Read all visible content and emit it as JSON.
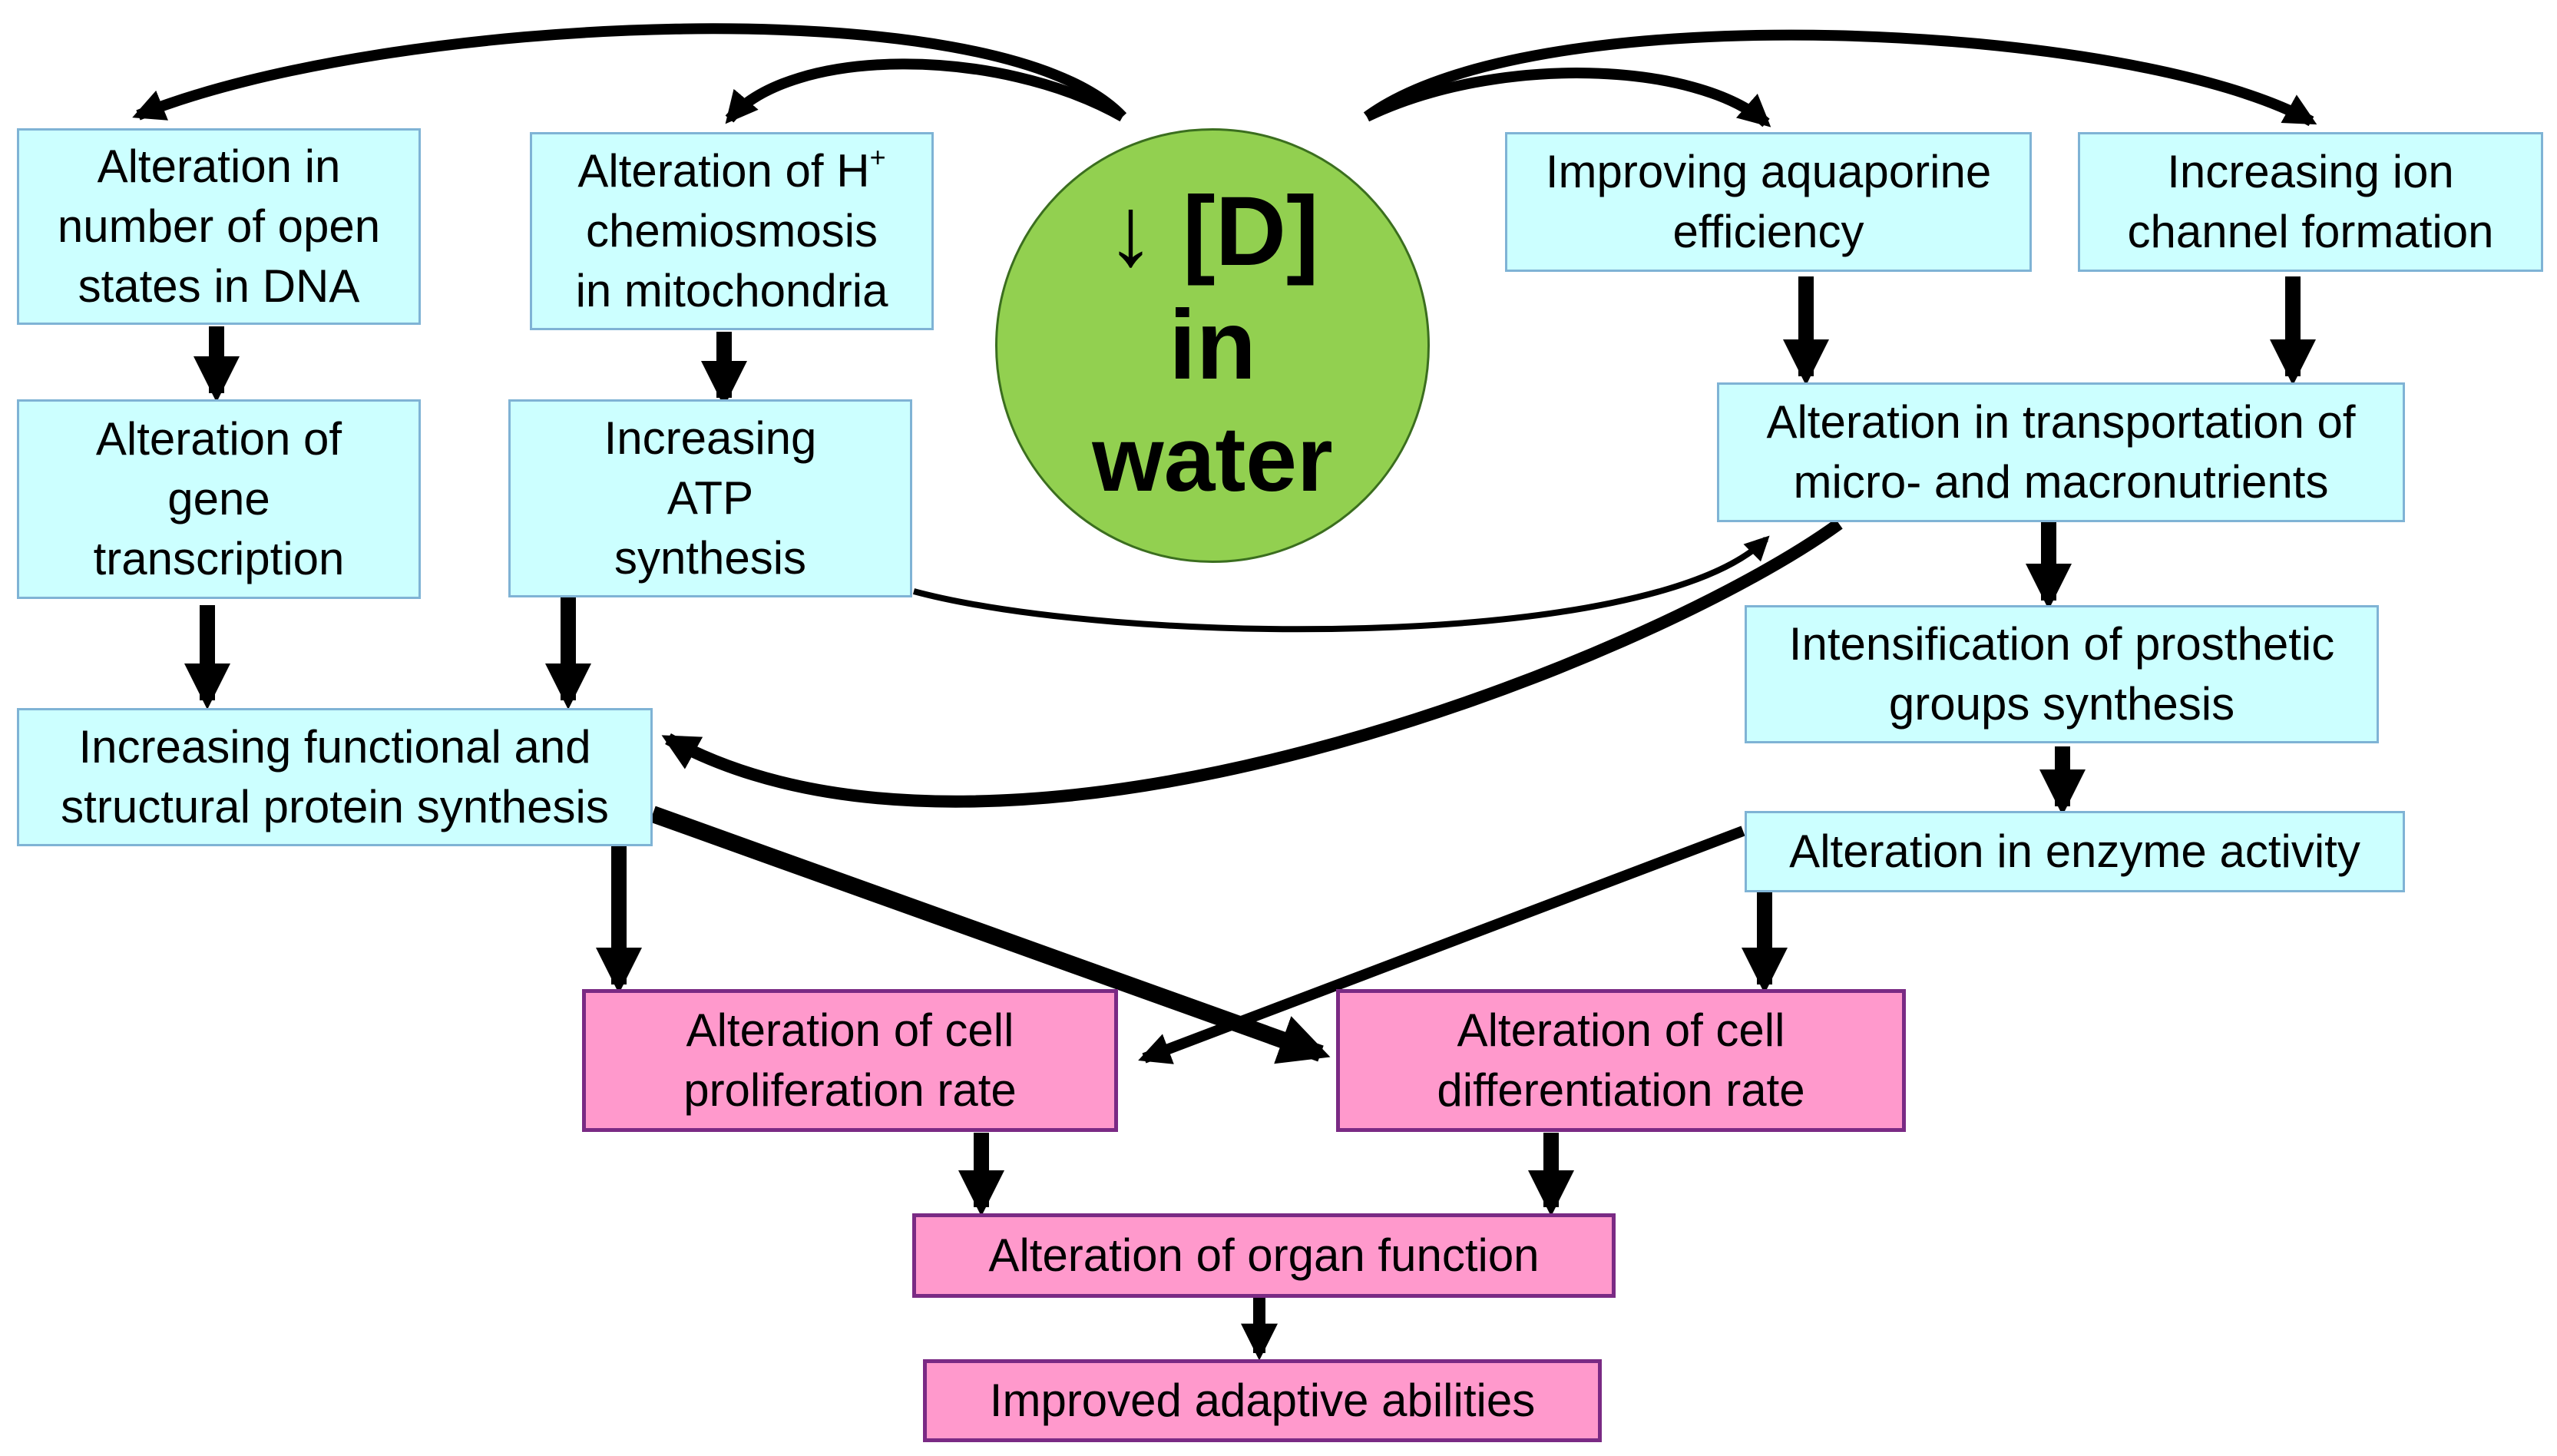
{
  "center": {
    "line1": "↓ [D]",
    "line2": "in",
    "line3": "water",
    "fill": "#92d050"
  },
  "boxes": {
    "dna_open_states": "Alteration in\nnumber of open\nstates in DNA",
    "h_chemiosmosis_prefix": "Alteration of H",
    "h_chemiosmosis_sup": "+",
    "h_chemiosmosis_rest": "chemiosmosis\nin mitochondria",
    "aquaporine": "Improving aquaporine\nefficiency",
    "ion_channel": "Increasing ion\nchannel formation",
    "gene_transcription": "Alteration of\ngene\ntranscription",
    "atp_synthesis": "Increasing\nATP\nsynthesis",
    "nutrient_transport": "Alteration in transportation of\nmicro- and macronutrients",
    "prosthetic_groups": "Intensification of prosthetic\ngroups synthesis",
    "protein_synthesis": "Increasing functional and\nstructural protein synthesis",
    "enzyme_activity": "Alteration in enzyme activity",
    "cell_proliferation": "Alteration of cell\nproliferation rate",
    "cell_differentiation": "Alteration of cell\ndifferentiation rate",
    "organ_function": "Alteration of organ function",
    "adaptive_abilities": "Improved adaptive abilities"
  },
  "colors": {
    "cyan_box": "#ccffff",
    "cyan_border": "#7fb3d5",
    "pink_box": "#ff99cc",
    "pink_border": "#7a2a84",
    "arrow": "#000000"
  }
}
